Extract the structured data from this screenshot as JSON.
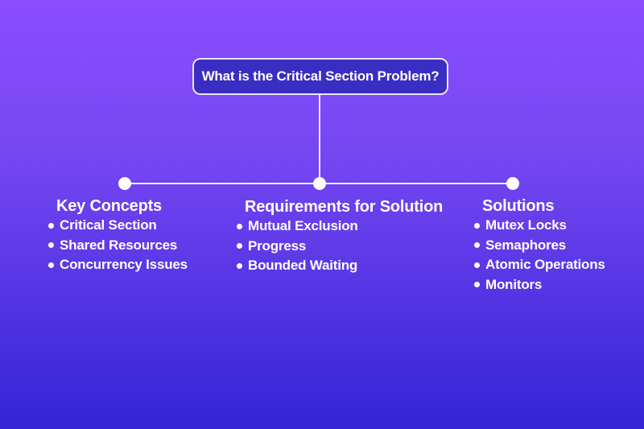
{
  "root": {
    "title": "What is the Critical Section Problem?"
  },
  "branches": [
    {
      "heading": "Key Concepts",
      "items": [
        "Critical Section",
        "Shared Resources",
        "Concurrency Issues"
      ]
    },
    {
      "heading": "Requirements for Solution",
      "items": [
        "Mutual Exclusion",
        "Progress",
        "Bounded Waiting"
      ]
    },
    {
      "heading": "Solutions",
      "items": [
        "Mutex Locks",
        "Semaphores",
        "Atomic Operations",
        "Monitors"
      ]
    }
  ],
  "colors": {
    "background_top": "#8B4DFE",
    "background_bottom": "#3424D7",
    "root_fill": "#3A2EC2",
    "root_border": "#E9E7F5",
    "connector_line": "#F2F0FA",
    "text": "#FFFFFF"
  }
}
